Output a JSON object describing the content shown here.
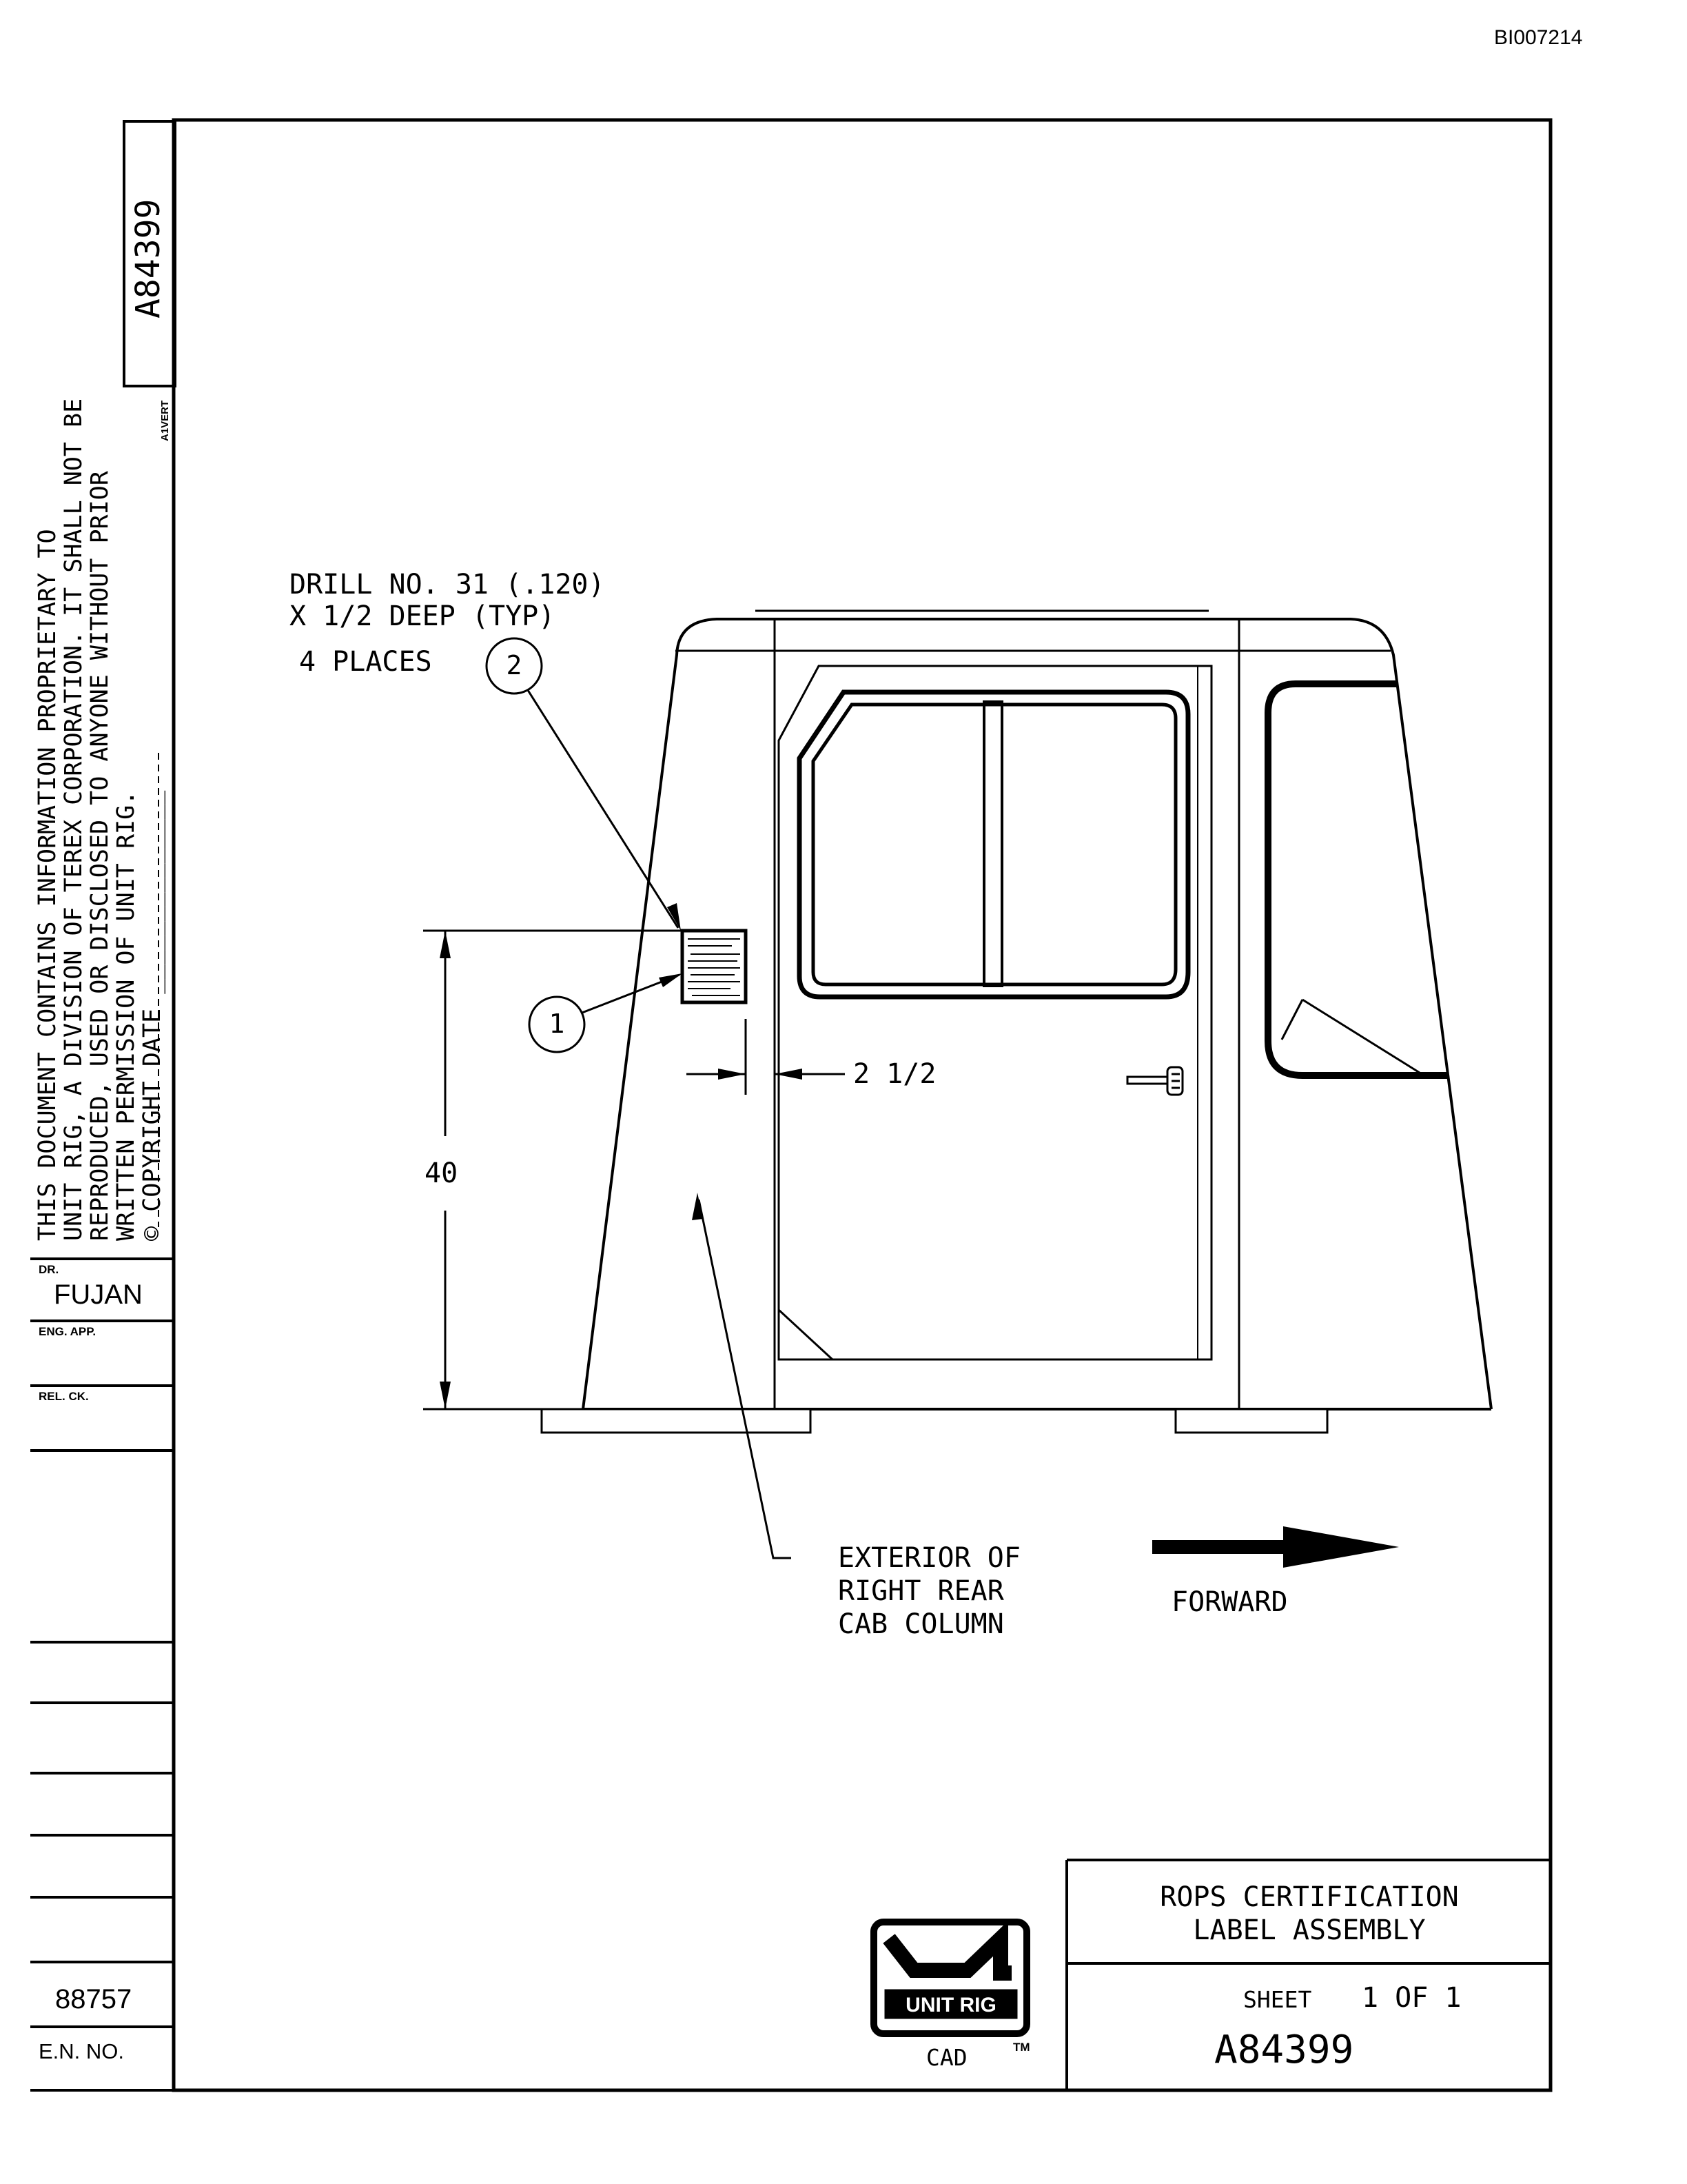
{
  "doc_id": "BI007214",
  "drawing_number": "A84399",
  "vert_tag": "A1VERT",
  "notice_lines": [
    "THIS DOCUMENT CONTAINS INFORMATION PROPRIETARY TO",
    "UNIT RIG, A DIVISION OF TEREX CORPORATION. IT SHALL NOT BE",
    "REPRODUCED, USED OR DISCLOSED TO ANYONE WITHOUT PRIOR",
    "WRITTEN PERMISSION OF UNIT RIG.",
    "© COPYRIGHT DATE ______________"
  ],
  "left_block": {
    "dr_label": "DR.",
    "dr_value": "FUJAN",
    "eng_app_label": "ENG. APP.",
    "rel_ck_label": "REL. CK.",
    "en_value": "88757",
    "en_label": "E.N. NO."
  },
  "annotations": {
    "drill_line1": "DRILL NO. 31 (.120)",
    "drill_line2": "X 1/2 DEEP (TYP)",
    "places": "4 PLACES",
    "balloon1": "1",
    "balloon2": "2",
    "dim_horizontal": "2 1/2",
    "dim_vertical": "40",
    "exterior_line1": "EXTERIOR OF",
    "exterior_line2": "RIGHT REAR",
    "exterior_line3": "CAB COLUMN",
    "forward": "FORWARD"
  },
  "title_block": {
    "title_line1": "ROPS CERTIFICATION",
    "title_line2": "LABEL ASSEMBLY",
    "sheet_label": "SHEET",
    "sheet_value": "1 OF 1",
    "number": "A84399",
    "logo_text": "UNIT RIG",
    "cad": "CAD",
    "tm": "TM"
  }
}
